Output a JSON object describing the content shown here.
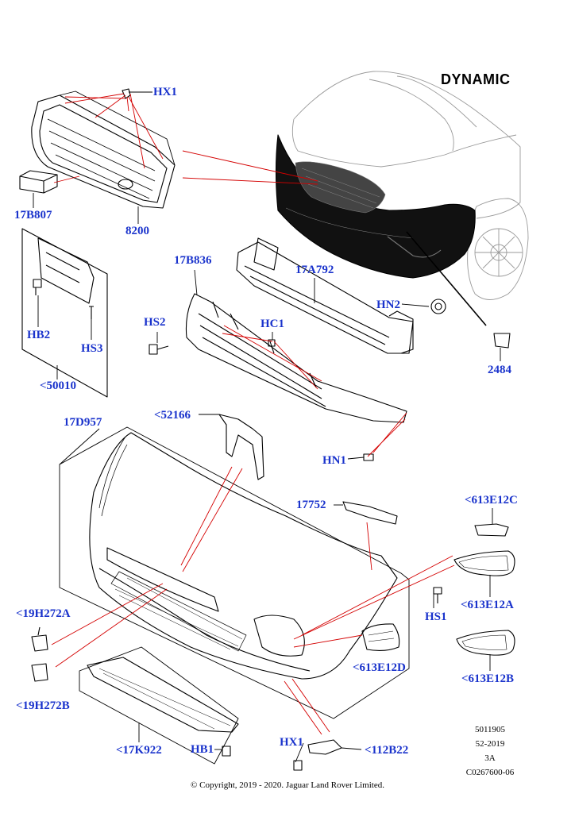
{
  "diagram": {
    "title": "DYNAMIC",
    "copyright": "© Copyright, 2019 - 2020. Jaguar Land Rover Limited.",
    "meta": [
      "5011905",
      "52-2019",
      "3A",
      "C0267600-06"
    ],
    "labels": {
      "hx1_top": "HX1",
      "b17b807": "17B807",
      "n8200": "8200",
      "n50010": "<50010",
      "hb2": "HB2",
      "hs3": "HS3",
      "b17b836": "17B836",
      "a17a792": "17A792",
      "hn2": "HN2",
      "hs2": "HS2",
      "hc1": "HC1",
      "n2484": "2484",
      "n52166": "<52166",
      "d17d957": "17D957",
      "hn1": "HN1",
      "n17752": "17752",
      "e613e12c": "<613E12C",
      "e613e12a": "<613E12A",
      "hs1": "HS1",
      "h19h272a": "<19H272A",
      "h19h272b": "<19H272B",
      "e613e12d": "<613E12D",
      "e613e12b": "<613E12B",
      "k17k922": "<17K922",
      "hb1": "HB1",
      "hx1_bottom": "HX1",
      "b112b22": "<112B22"
    }
  }
}
